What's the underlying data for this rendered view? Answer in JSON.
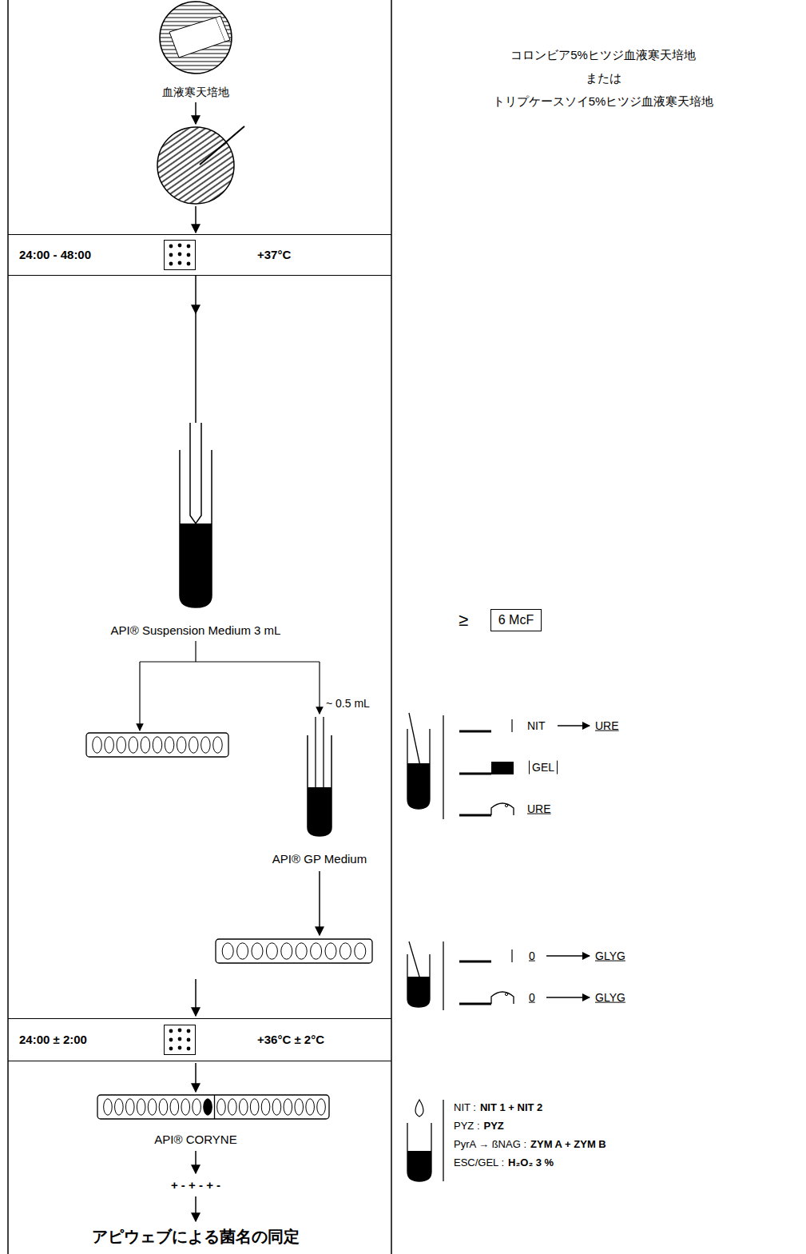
{
  "diagram": {
    "nodes": [
      {
        "text": [
          "24:00 - 48:00",
          "+37°C"
        ]
      },
      {
        "text": [
          "24:00 ± 2:00",
          "+36°C ± 2°C"
        ]
      },
      {
        "text": [
          "6 McF"
        ]
      }
    ],
    "labels": [
      "血液寒天培地",
      "コロンビア5%ヒツジ血液寒天培地",
      "または",
      "トリプケースソイ5%ヒツジ血液寒天培地",
      "≥",
      "API® Suspension Medium 3 mL",
      "~ 0.5 mL",
      "NIT",
      "URE",
      "GEL",
      "URE",
      "API® GP Medium",
      "0",
      "GLYG",
      "0",
      "GLYG",
      "NIT :",
      "NIT 1 + NIT 2",
      "PYZ :",
      "PYZ",
      "PyrA → ßNAG :",
      "ZYM A + ZYM B",
      "ESC/GEL :",
      "H₂O₂ 3 %",
      "API® CORYNE",
      "+ - + - + -",
      "アピウェブによる菌名の同定"
    ]
  }
}
